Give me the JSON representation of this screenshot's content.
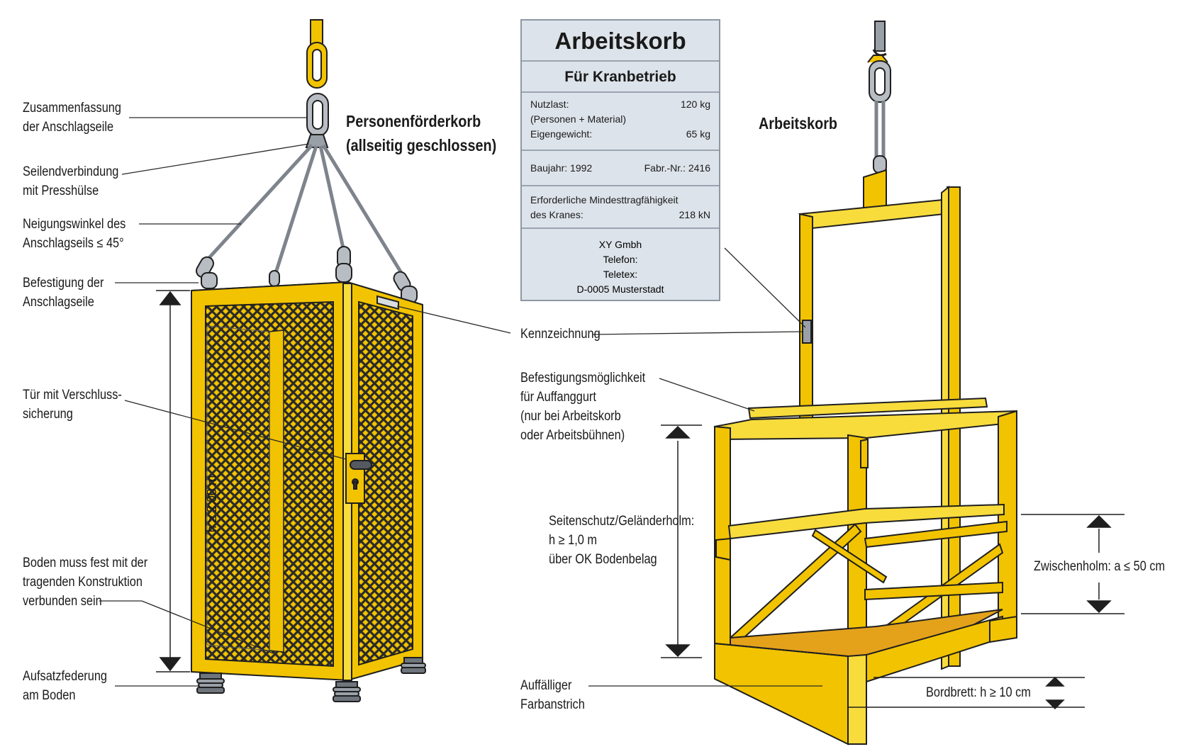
{
  "colors": {
    "yellow": "#f2c300",
    "yellow_light": "#f8dc3c",
    "floor": "#e4a21b",
    "steel": "#9aa0a8",
    "outline": "#1f1f1f",
    "plate_bg": "#dde3ea"
  },
  "titles": {
    "left_line1": "Personenförderkorb",
    "left_line2": "(allseitig geschlossen)",
    "right": "Arbeitskorb"
  },
  "left_labels": {
    "zusammenfassung": [
      "Zusammenfassung",
      "der Anschlagseile"
    ],
    "seilend": [
      "Seilendverbindung",
      "mit Presshülse"
    ],
    "neigung": [
      "Neigungswinkel des",
      "Anschlagseils ≤ 45°"
    ],
    "befestigung": [
      "Befestigung der",
      "Anschlagseile"
    ],
    "tuer": [
      "Tür mit Verschluss-",
      "sicherung"
    ],
    "boden": [
      "Boden muss fest mit der",
      "tragenden Konstruktion",
      "verbunden sein"
    ],
    "aufsatz": [
      "Aufsatzfederung",
      "am Boden"
    ],
    "height": "h ≥ 2,00 m"
  },
  "center_labels": {
    "kennzeichnung": "Kennzeichnung",
    "befmoeg": [
      "Befestigungsmöglichkeit",
      "für Auffanggurt",
      "(nur bei Arbeitskorb",
      "oder Arbeitsbühnen)"
    ],
    "seitenschutz": [
      "Seitenschutz/Geländerholm:",
      "h ≥ 1,0 m",
      "über OK Bodenbelag"
    ],
    "farbanstrich": [
      "Auffälliger",
      "Farbanstrich"
    ]
  },
  "right_labels": {
    "zwischenholm": "Zwischenholm: a ≤ 50 cm",
    "bordbrett": "Bordbrett: h ≥ 10 cm"
  },
  "plate": {
    "title": "Arbeitskorb",
    "subtitle": "Für Kranbetrieb",
    "nutzlast_label": "Nutzlast:",
    "nutzlast_value": "120 kg",
    "nutzlast_note": "(Personen + Material)",
    "eigen_label": "Eigengewicht:",
    "eigen_value": "65 kg",
    "baujahr": "Baujahr: 1992",
    "fabr": "Fabr.-Nr.: 2416",
    "mindest_line1": "Erforderliche Mindesttragfähigkeit",
    "mindest_label": "des Kranes:",
    "mindest_value": "218 kN",
    "company": "XY Gmbh",
    "telefon": "Telefon:",
    "teletex": "Teletex:",
    "address": "D-0005 Musterstadt"
  }
}
